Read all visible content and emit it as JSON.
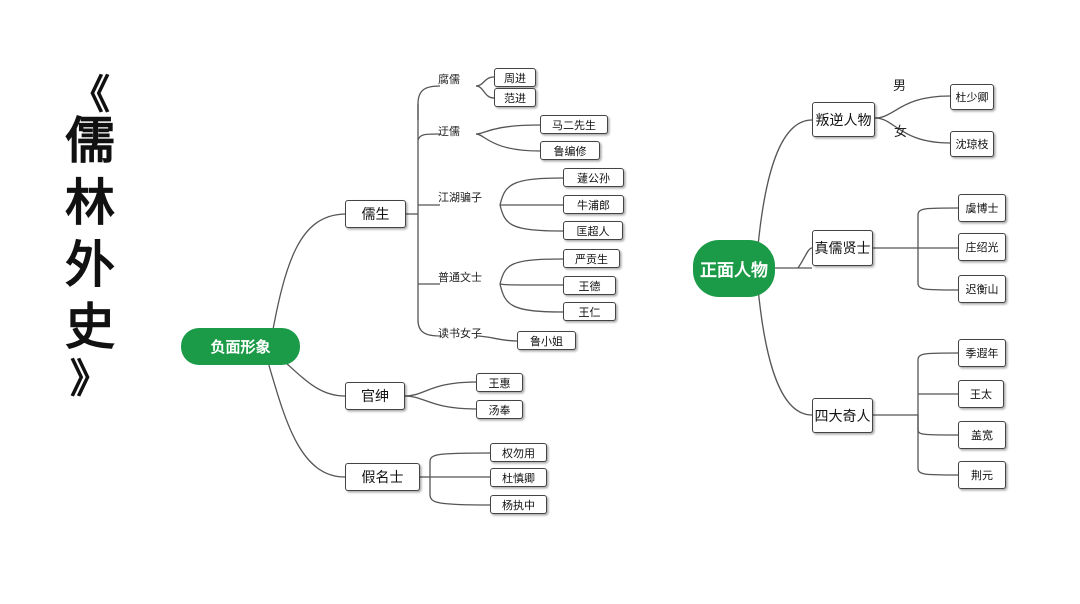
{
  "title": {
    "open": "《",
    "chars": [
      "儒",
      "林",
      "外",
      "史"
    ],
    "close": "》"
  },
  "negative": {
    "root": "负面形象",
    "rusheng": {
      "label": "儒生",
      "groups": [
        {
          "label": "腐儒",
          "items": [
            "周进",
            "范进"
          ]
        },
        {
          "label": "迂儒",
          "items": [
            "马二先生",
            "鲁编修"
          ]
        },
        {
          "label": "江湖骗子",
          "items": [
            "蘧公孙",
            "牛浦郎",
            "匡超人"
          ]
        },
        {
          "label": "普通文士",
          "items": [
            "严贡生",
            "王德",
            "王仁"
          ]
        },
        {
          "label": "读书女子",
          "items": [
            "鲁小姐"
          ]
        }
      ]
    },
    "guanshen": {
      "label": "官绅",
      "items": [
        "王惠",
        "汤奉"
      ]
    },
    "jiamingshi": {
      "label": "假名士",
      "items": [
        "权勿用",
        "杜慎卿",
        "杨执中"
      ]
    }
  },
  "positive": {
    "root": "正面人物",
    "panni": {
      "label": "叛逆人物",
      "male_label": "男",
      "male": "杜少卿",
      "female_label": "女",
      "female": "沈琼枝"
    },
    "zhenru": {
      "label": "真儒贤士",
      "items": [
        "虞博士",
        "庄绍光",
        "迟衡山"
      ]
    },
    "sidaqiren": {
      "label": "四大奇人",
      "items": [
        "季遐年",
        "王太",
        "盖宽",
        "荆元"
      ]
    }
  },
  "colors": {
    "pill_green": "#1b9b47",
    "line": "#555555",
    "box_border": "#444444"
  }
}
